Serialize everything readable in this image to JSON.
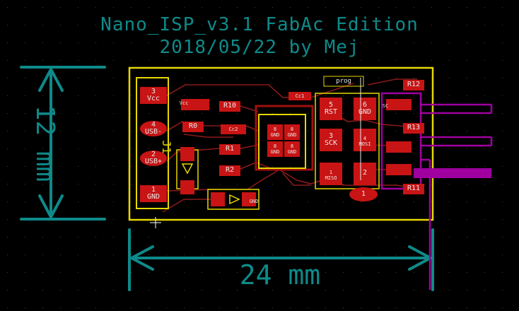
{
  "title": {
    "line1": "Nano_ISP_v3.1  FabAc Edition",
    "line2": "2018/05/22 by Mej"
  },
  "dimensions": {
    "height_label": "12 mm",
    "width_label": "24 mm"
  },
  "colors": {
    "background": "#000000",
    "dimension": "#0e8a8a",
    "board_outline": "#e6d800",
    "pad": "#c81414",
    "silkscreen": "#e6d800",
    "trace": "#8a1a1a",
    "pin_header": "#a000a0",
    "grid_dot": "#444444"
  },
  "components": {
    "j1": {
      "ref": "J1",
      "pins": [
        {
          "num": "3",
          "name": "Vcc"
        },
        {
          "num": "4",
          "name": "USB-"
        },
        {
          "num": "2",
          "name": "USB+"
        },
        {
          "num": "1",
          "name": "GND"
        }
      ]
    },
    "isp_header": {
      "pins": [
        {
          "num": "5",
          "name": "RST"
        },
        {
          "num": "6",
          "name": "GND"
        },
        {
          "num": "3",
          "name": "SCK"
        },
        {
          "num": "4",
          "name": "MOSI"
        },
        {
          "num": "1",
          "name": "MISO"
        },
        {
          "num": "2",
          "name": ""
        }
      ]
    },
    "resistors": [
      "R10",
      "R0",
      "R1",
      "R2",
      "R12",
      "R13",
      "R11"
    ],
    "capacitors": [
      "Cc1",
      "Cc2"
    ],
    "chip_pads": [
      "8\nGND",
      "8\nGND",
      "8\nGND",
      "8\nGND"
    ],
    "prog_label": "prog",
    "pad_one": "1",
    "label_sc": "SC",
    "label_gnd": "GND",
    "label_vcc": "Vcc"
  }
}
